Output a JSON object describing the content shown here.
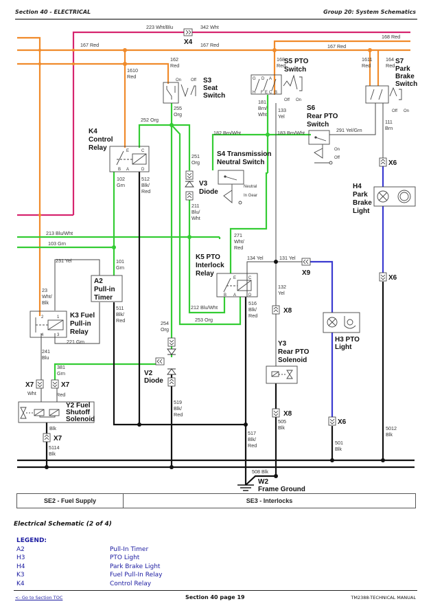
{
  "header": {
    "section": "Section 40 - ELECTRICAL",
    "group": "Group 20: System Schematics"
  },
  "colors": {
    "orange_wire": "#f08a2a",
    "magenta_wire": "#d6246e",
    "green_wire": "#33cc33",
    "blue_wire": "#3a3ad0",
    "black_wire": "#111111",
    "gray_wire": "#555555",
    "legend_text": "#1a1aa0"
  },
  "wires": {
    "w223": "223 Wht/Blu",
    "w342": "342 Wht",
    "w168_top": "168 Red",
    "w167_left": "167 Red",
    "w167_mid": "167 Red",
    "w167_right": "167 Red",
    "w1610": [
      "1610",
      "Red"
    ],
    "w162": [
      "162",
      "Red"
    ],
    "w168": [
      "168",
      "Red"
    ],
    "w1611": [
      "1611",
      "Red"
    ],
    "w164": [
      "164",
      "Red"
    ],
    "w255": [
      "255",
      "Org"
    ],
    "w252": "252 Org",
    "w181": [
      "181",
      "Brn/",
      "Wht"
    ],
    "w133": [
      "133",
      "Yel"
    ],
    "w182": "182 Brn/Wht",
    "w183": "183 Brn/Wht",
    "w291": "291 Yel/Grn",
    "w111": [
      "111",
      "Brn"
    ],
    "w251": [
      "251",
      "Org"
    ],
    "w102": [
      "102",
      "Grn"
    ],
    "w512": [
      "512",
      "Blk/",
      "Red"
    ],
    "w211": [
      "211",
      "Blu/",
      "Wht"
    ],
    "w213": "213 Blu/Wht",
    "w103": "103 Grn",
    "w271": [
      "271",
      "Wht/",
      "Red"
    ],
    "w231": "231 Yel",
    "w101": [
      "101",
      "Grn"
    ],
    "w134": "134 Yel",
    "w131": "131 Yel",
    "w23": [
      "23",
      "Wht/",
      "Blk"
    ],
    "w132": [
      "132",
      "Yel"
    ],
    "w511": [
      "511",
      "Blk/",
      "Red"
    ],
    "w212": "212 Blu/Wht",
    "w516": [
      "516",
      "Blk/",
      "Red"
    ],
    "w253": "253 Org",
    "w221": "221 Grn",
    "w254": [
      "254",
      "Org"
    ],
    "w241": [
      "241",
      "Blu"
    ],
    "w381": [
      "381",
      "Grn"
    ],
    "x7_wht": "Wht",
    "x7_red": "Red",
    "w519": [
      "519",
      "Blk/",
      "Red"
    ],
    "y2_blk": "Blk",
    "w5114": [
      "5114",
      "Blk"
    ],
    "w517": [
      "517",
      "Blk/",
      "Red"
    ],
    "w505": [
      "505",
      "Blk"
    ],
    "w501": [
      "501",
      "Blk"
    ],
    "w5012": [
      "5012",
      "Blk"
    ],
    "w508": "508 Blk"
  },
  "components": {
    "s3": [
      "S3",
      "Seat",
      "Switch"
    ],
    "s3_on": "On",
    "s3_off": "Off",
    "s5": [
      "S5 PTO",
      "Switch"
    ],
    "s5_off": "Off",
    "s5_on": "On",
    "s5_pins_top": [
      "G",
      "D",
      "A"
    ],
    "s5_pins_bottom": [
      "H",
      "F",
      "E",
      "C",
      "B"
    ],
    "s6": [
      "S6",
      "Rear PTO",
      "Switch"
    ],
    "s6_on": "On",
    "s6_off": "Off",
    "s7": [
      "S7",
      "Park",
      "Brake",
      "Switch"
    ],
    "s7_off": "Off",
    "s7_on": "On",
    "k4": [
      "K4",
      "Control",
      "Relay"
    ],
    "k4_pins": [
      "E",
      "C",
      "B",
      "A",
      "D"
    ],
    "s4": [
      "S4 Transmission",
      "Neutral Switch"
    ],
    "s4_neutral": "Neutral",
    "s4_ingear": "In Gear",
    "v3": [
      "V3",
      "Diode"
    ],
    "h4": [
      "H4",
      "Park",
      "Brake",
      "Light"
    ],
    "k5": [
      "K5 PTO",
      "Interlock",
      "Relay"
    ],
    "k5_pins": [
      "E",
      "C",
      "B",
      "A",
      "D"
    ],
    "a2": [
      "A2",
      "Pull-in",
      "Timer"
    ],
    "k3": [
      "K3 Fuel",
      "Pull-in",
      "Relay"
    ],
    "k3_pins": [
      "2",
      "1",
      "4",
      "3"
    ],
    "h3": [
      "H3 PTO",
      "Light"
    ],
    "y3": [
      "Y3",
      "Rear PTO",
      "Solenoid"
    ],
    "v2": [
      "V2",
      "Diode"
    ],
    "y2": [
      "Y2 Fuel",
      "Shutoff",
      "Solenoid"
    ],
    "w2": [
      "W2",
      "Frame Ground"
    ]
  },
  "connectors": {
    "x4": "X4",
    "x6_a": "X6",
    "x6_b": "X6",
    "x6_c": "X6",
    "x9": "X9",
    "x8_a": "X8",
    "x8_b": "X8",
    "x7_a": "X7",
    "x7_b": "X7",
    "x7_c": "X7"
  },
  "sections": {
    "se2": "SE2 - Fuel Supply",
    "se3": "SE3 - Interlocks"
  },
  "caption": "Electrical Schematic (2 of 4)",
  "legend": {
    "title": "LEGEND:",
    "items": [
      {
        "code": "A2",
        "desc": "Pull-In Timer"
      },
      {
        "code": "H3",
        "desc": "PTO Light"
      },
      {
        "code": "H4",
        "desc": "Park Brake Light"
      },
      {
        "code": "K3",
        "desc": "Fuel Pull-In Relay"
      },
      {
        "code": "K4",
        "desc": "Control Relay"
      }
    ]
  },
  "footer": {
    "toc_link": "<- Go to Section TOC",
    "page": "Section 40 page 19",
    "manual": "TM2388-TECHNICAL MANUAL"
  }
}
